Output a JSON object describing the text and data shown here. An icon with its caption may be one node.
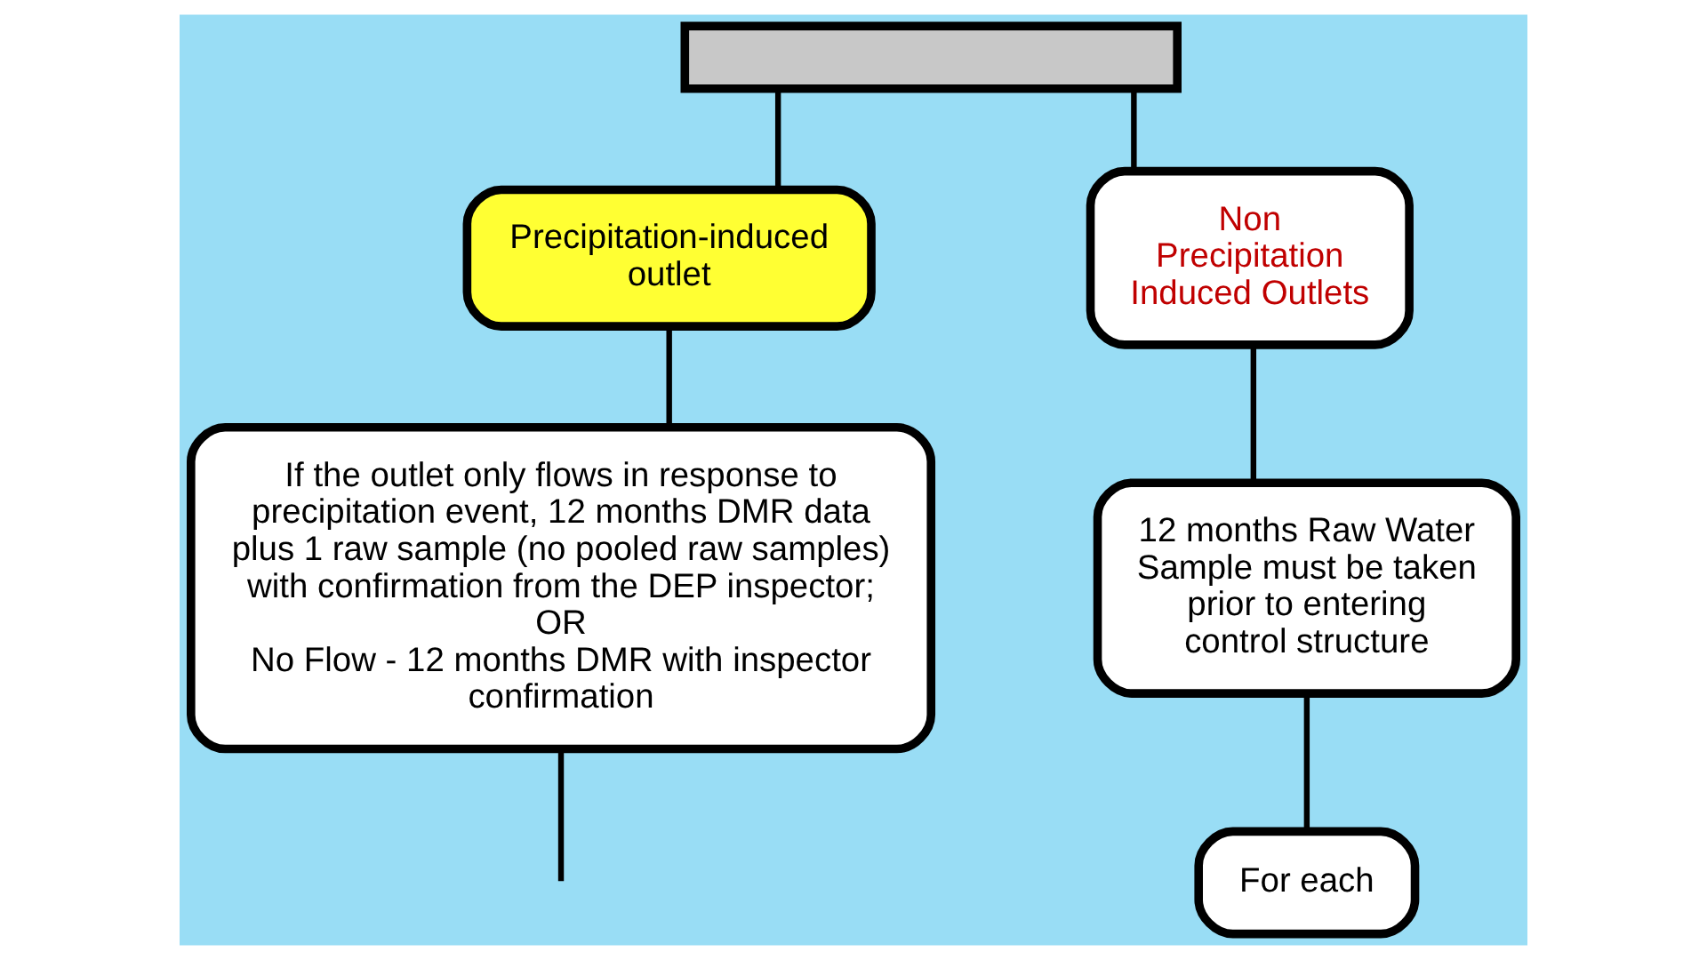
{
  "diagram": {
    "nodes": [
      {
        "text": [],
        "shape": "box"
      },
      {
        "text": [
          "Precipitation-induced outlet"
        ]
      },
      {
        "text": [
          "Non Precipitation Induced Outlets"
        ]
      },
      {
        "text": [
          "If the outlet only flows in response to precipitation event, 12 months DMR data plus 1 raw sample (no pooled raw samples) with confirmation from the DEP inspector;",
          "OR",
          "No Flow - 12 months DMR with inspector confirmation"
        ]
      },
      {
        "text": [
          "12 months Raw Water",
          "Sample must be taken prior to entering control structure"
        ]
      },
      {
        "text": [
          "For each"
        ]
      }
    ],
    "edges": [
      {
        "from": 0,
        "to": 1,
        "arrow": "none"
      },
      {
        "from": 0,
        "to": 2,
        "arrow": "none"
      },
      {
        "from": 1,
        "to": 3,
        "arrow": "none"
      },
      {
        "from": 2,
        "to": 4,
        "arrow": "none"
      },
      {
        "from": 4,
        "to": 5,
        "arrow": "none"
      },
      {
        "from": 3,
        "to": null,
        "arrow": "none"
      }
    ]
  }
}
